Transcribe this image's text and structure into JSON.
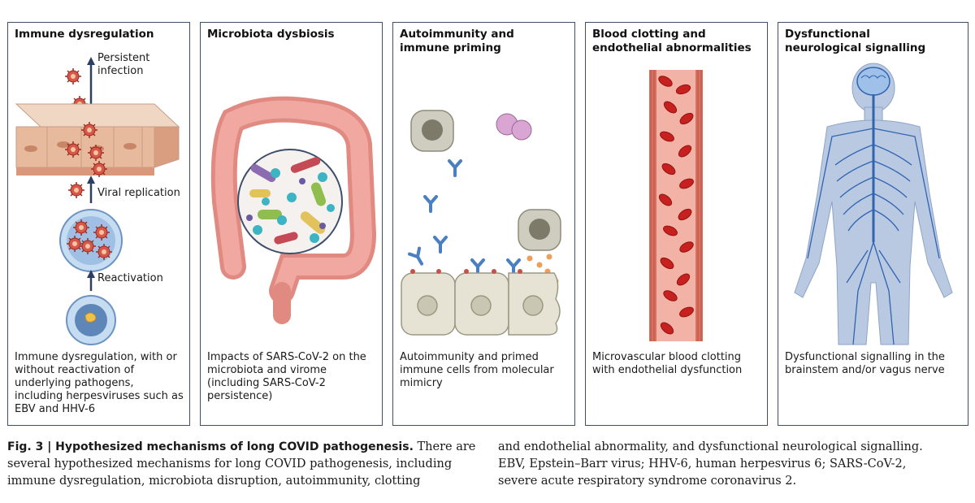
{
  "panels": [
    {
      "title": "Immune dysregulation",
      "labels": {
        "persistent": "Persistent\ninfection",
        "viral": "Viral replication",
        "reactivation": "Reactivation"
      },
      "caption": "Immune dysregulation, with or without reactivation of underlying pathogens, including herpesviruses such as EBV and HHV-6"
    },
    {
      "title": "Microbiota dysbiosis",
      "caption": "Impacts of SARS-CoV-2 on the microbiota and virome (including SARS-CoV-2 persistence)"
    },
    {
      "title": "Autoimmunity and\nimmune priming",
      "caption": "Autoimmunity and primed immune cells from molecular mimicry"
    },
    {
      "title": "Blood clotting and\nendothelial abnormalities",
      "caption": "Microvascular blood clotting with endothelial dysfunction"
    },
    {
      "title": "Dysfunctional\nneurological signalling",
      "caption": "Dysfunctional signalling in the brainstem and/or vagus nerve"
    }
  ],
  "figure_caption": {
    "label": "Fig. 3 | Hypothesized mechanisms of long COVID pathogenesis.",
    "text_left": "There are several hypothesized mechanisms for long COVID pathogenesis, including immune dysregulation, microbiota disruption, autoimmunity, clotting",
    "text_right": "and endothelial abnormality, and dysfunctional neurological signalling. EBV, Epstein–Barr virus; HHV-6, human herpesvirus 6; SARS-CoV-2, severe acute respiratory syndrome coronavirus 2."
  },
  "colors": {
    "border": "#3d4f6b",
    "virus": "#c0392b",
    "cell_skin": "#e8c4ad",
    "bubble": "#a9c8e8",
    "gut": "#e9938c",
    "vessel": "#e07b6c",
    "rbc": "#c8201e",
    "antibody": "#4a7fc1",
    "immune_cell": "#c9c7b8",
    "body": "#a8bbdb",
    "nerve": "#2f64b0"
  }
}
